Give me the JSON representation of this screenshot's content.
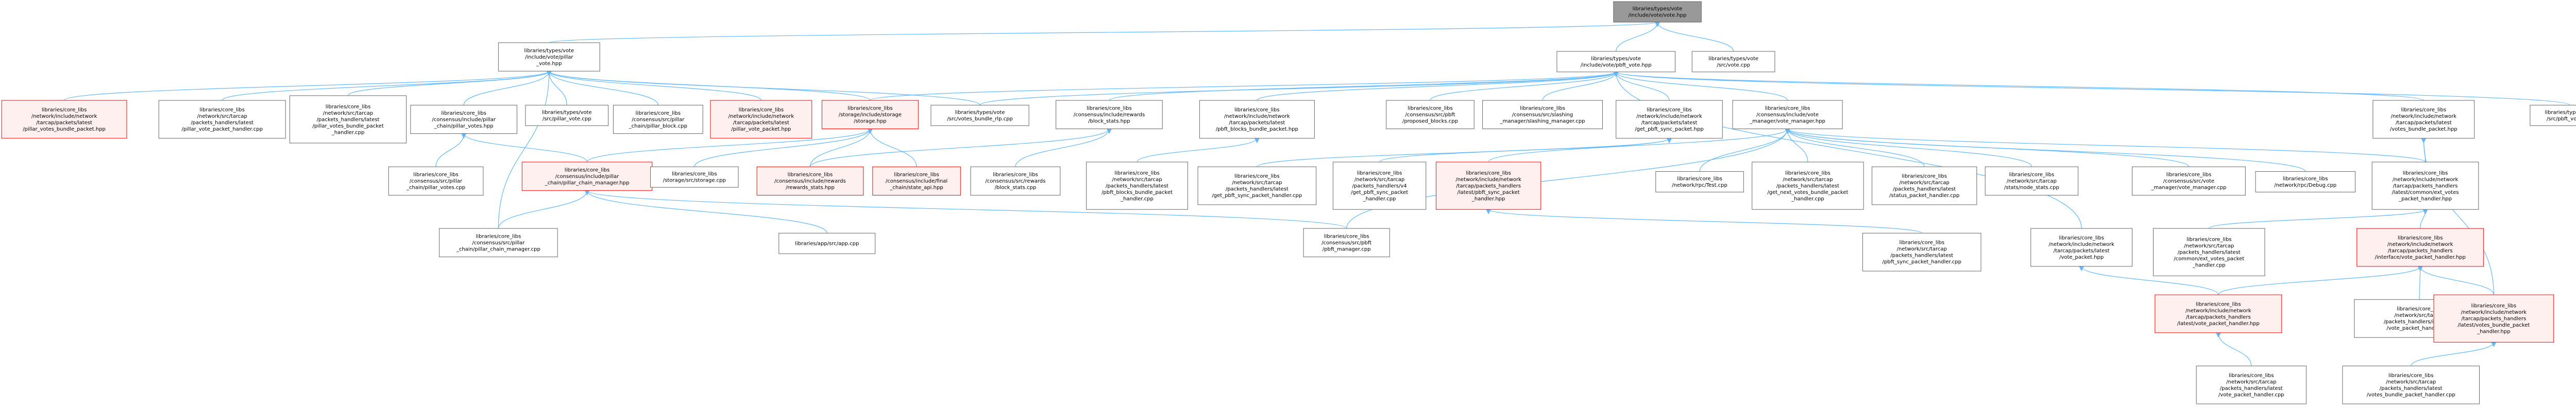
{
  "colors": {
    "edge": "#63b8ff",
    "edge_dark": "#404040",
    "normal_border": "#666666",
    "normal_fill": "#ffffff",
    "root_fill": "#999999",
    "root_border": "#666666",
    "red_border": "#ff0000",
    "red_fill": "#fff0f0"
  },
  "nodes": [
    {
      "id": "root",
      "lines": [
        "libraries/types/vote",
        "/include/vote/vote.hpp"
      ],
      "style": "root"
    },
    {
      "id": "pillar_vote_hpp",
      "lines": [
        "libraries/types/vote",
        "/include/vote/pillar",
        "_vote.hpp"
      ],
      "style": "normal"
    },
    {
      "id": "pbft_vote_hpp",
      "lines": [
        "libraries/types/vote",
        "/include/vote/pbft_vote.hpp"
      ],
      "style": "normal"
    },
    {
      "id": "vote_cpp",
      "lines": [
        "libraries/types/vote",
        "/src/vote.cpp"
      ],
      "style": "normal"
    },
    {
      "id": "pillar_votes_bundle_packet_hpp",
      "lines": [
        "libraries/core_libs",
        "/network/include/network",
        "/tarcap/packets/latest",
        "/pillar_votes_bundle_packet.hpp"
      ],
      "style": "red"
    },
    {
      "id": "pillar_vote_packet_handler_cpp",
      "lines": [
        "libraries/core_libs",
        "/network/src/tarcap",
        "/packets_handlers/latest",
        "/pillar_vote_packet_handler.cpp"
      ],
      "style": "normal"
    },
    {
      "id": "pillar_votes_bundle_packet_handler_cpp",
      "lines": [
        "libraries/core_libs",
        "/network/src/tarcap",
        "/packets_handlers/latest",
        "/pillar_votes_bundle_packet",
        "_handler.cpp"
      ],
      "style": "normal"
    },
    {
      "id": "pillar_votes_hpp",
      "lines": [
        "libraries/core_libs",
        "/consensus/include/pillar",
        "_chain/pillar_votes.hpp"
      ],
      "style": "normal"
    },
    {
      "id": "pillar_vote_cpp",
      "lines": [
        "libraries/types/vote",
        "/src/pillar_vote.cpp"
      ],
      "style": "normal"
    },
    {
      "id": "pillar_block_cpp",
      "lines": [
        "libraries/core_libs",
        "/consensus/src/pillar",
        "_chain/pillar_block.cpp"
      ],
      "style": "normal"
    },
    {
      "id": "pillar_vote_packet_hpp",
      "lines": [
        "libraries/core_libs",
        "/network/include/network",
        "/tarcap/packets/latest",
        "/pillar_vote_packet.hpp"
      ],
      "style": "red"
    },
    {
      "id": "storage_hpp",
      "lines": [
        "libraries/core_libs",
        "/storage/include/storage",
        "/storage.hpp"
      ],
      "style": "red"
    },
    {
      "id": "votes_bundle_rlp_cpp",
      "lines": [
        "libraries/types/vote",
        "/src/votes_bundle_rlp.cpp"
      ],
      "style": "normal"
    },
    {
      "id": "block_stats_hpp",
      "lines": [
        "libraries/core_libs",
        "/consensus/include/rewards",
        "/block_stats.hpp"
      ],
      "style": "normal"
    },
    {
      "id": "pbft_blocks_bundle_packet_hpp",
      "lines": [
        "libraries/core_libs",
        "/network/include/network",
        "/tarcap/packets/latest",
        "/pbft_blocks_bundle_packet.hpp"
      ],
      "style": "normal"
    },
    {
      "id": "proposed_blocks_cpp",
      "lines": [
        "libraries/core_libs",
        "/consensus/src/pbft",
        "/proposed_blocks.cpp"
      ],
      "style": "normal"
    },
    {
      "id": "slashing_manager_cpp",
      "lines": [
        "libraries/core_libs",
        "/consensus/src/slashing",
        "_manager/slashing_manager.cpp"
      ],
      "style": "normal"
    },
    {
      "id": "get_pbft_sync_packet_hpp",
      "lines": [
        "libraries/core_libs",
        "/network/include/network",
        "/tarcap/packets/latest",
        "/get_pbft_sync_packet.hpp"
      ],
      "style": "normal"
    },
    {
      "id": "vote_manager_hpp",
      "lines": [
        "libraries/core_libs",
        "/consensus/include/vote",
        "_manager/vote_manager.hpp"
      ],
      "style": "normal"
    },
    {
      "id": "votes_bundle_packet_hpp",
      "lines": [
        "libraries/core_libs",
        "/network/include/network",
        "/tarcap/packets/latest",
        "/votes_bundle_packet.hpp"
      ],
      "style": "normal"
    },
    {
      "id": "pbft_vote_cpp",
      "lines": [
        "libraries/types/vote",
        "/src/pbft_vote.cpp"
      ],
      "style": "normal"
    },
    {
      "id": "pillar_votes_cpp",
      "lines": [
        "libraries/core_libs",
        "/consensus/src/pillar",
        "_chain/pillar_votes.cpp"
      ],
      "style": "normal"
    },
    {
      "id": "pillar_chain_manager_hpp",
      "lines": [
        "libraries/core_libs",
        "/consensus/include/pillar",
        "_chain/pillar_chain_manager.hpp"
      ],
      "style": "red"
    },
    {
      "id": "storage_cpp",
      "lines": [
        "libraries/core_libs",
        "/storage/src/storage.cpp"
      ],
      "style": "normal"
    },
    {
      "id": "rewards_stats_hpp",
      "lines": [
        "libraries/core_libs",
        "/consensus/include/rewards",
        "/rewards_stats.hpp"
      ],
      "style": "red"
    },
    {
      "id": "state_api_hpp",
      "lines": [
        "libraries/core_libs",
        "/consensus/include/final",
        "_chain/state_api.hpp"
      ],
      "style": "red"
    },
    {
      "id": "block_stats_cpp",
      "lines": [
        "libraries/core_libs",
        "/consensus/src/rewards",
        "/block_stats.cpp"
      ],
      "style": "normal"
    },
    {
      "id": "pbft_blocks_bundle_packet_handler_cpp",
      "lines": [
        "libraries/core_libs",
        "/network/src/tarcap",
        "/packets_handlers/latest",
        "/pbft_blocks_bundle_packet",
        "_handler.cpp"
      ],
      "style": "normal"
    },
    {
      "id": "get_pbft_sync_packet_handler_cpp",
      "lines": [
        "libraries/core_libs",
        "/network/src/tarcap",
        "/packets_handlers/latest",
        "/get_pbft_sync_packet_handler.cpp"
      ],
      "style": "normal"
    },
    {
      "id": "v4_get_pbft_sync_packet_handler_cpp",
      "lines": [
        "libraries/core_libs",
        "/network/src/tarcap",
        "/packets_handlers/v4",
        "/get_pbft_sync_packet",
        "_handler.cpp"
      ],
      "style": "normal"
    },
    {
      "id": "pbft_sync_packet_handler_hpp",
      "lines": [
        "libraries/core_libs",
        "/network/include/network",
        "/tarcap/packets_handlers",
        "/latest/pbft_sync_packet",
        "_handler.hpp"
      ],
      "style": "red"
    },
    {
      "id": "test_cpp",
      "lines": [
        "libraries/core_libs",
        "/network/rpc/Test.cpp"
      ],
      "style": "normal"
    },
    {
      "id": "get_next_votes_bundle_packet_handler_cpp",
      "lines": [
        "libraries/core_libs",
        "/network/src/tarcap",
        "/packets_handlers/latest",
        "/get_next_votes_bundle_packet",
        "_handler.cpp"
      ],
      "style": "normal"
    },
    {
      "id": "status_packet_handler_cpp",
      "lines": [
        "libraries/core_libs",
        "/network/src/tarcap",
        "/packets_handlers/latest",
        "/status_packet_handler.cpp"
      ],
      "style": "normal"
    },
    {
      "id": "node_stats_cpp",
      "lines": [
        "libraries/core_libs",
        "/network/src/tarcap",
        "/stats/node_stats.cpp"
      ],
      "style": "normal"
    },
    {
      "id": "vote_manager_cpp",
      "lines": [
        "libraries/core_libs",
        "/consensus/src/vote",
        "_manager/vote_manager.cpp"
      ],
      "style": "normal"
    },
    {
      "id": "debug_cpp",
      "lines": [
        "libraries/core_libs",
        "/network/rpc/Debug.cpp"
      ],
      "style": "normal"
    },
    {
      "id": "votes_bundle_packet_handler_hpp",
      "lines": [
        "libraries/core_libs",
        "/network/include/network",
        "/tarcap/packets_handlers",
        "/latest/common/ext_votes",
        "_packet_handler.hpp"
      ],
      "style": "normal"
    },
    {
      "id": "vote_cpp_src",
      "lines": [
        "libraries/types/vote",
        "/src/pbft_vote.cpp"
      ],
      "style": "hidden"
    },
    {
      "id": "pillar_chain_manager_cpp",
      "lines": [
        "libraries/core_libs",
        "/consensus/src/pillar",
        "_chain/pillar_chain_manager.cpp"
      ],
      "style": "normal"
    },
    {
      "id": "app_cpp",
      "lines": [
        "libraries/app/src/app.cpp"
      ],
      "style": "normal"
    },
    {
      "id": "pbft_manager_cpp",
      "lines": [
        "libraries/core_libs",
        "/consensus/src/pbft",
        "/pbft_manager.cpp"
      ],
      "style": "normal"
    },
    {
      "id": "pbft_sync_packet_handler_cpp",
      "lines": [
        "libraries/core_libs",
        "/network/src/tarcap",
        "/packets_handlers/latest",
        "/pbft_sync_packet_handler.cpp"
      ],
      "style": "normal"
    },
    {
      "id": "vote_packet_hpp",
      "lines": [
        "libraries/core_libs",
        "/network/include/network",
        "/tarcap/packets/latest",
        "/vote_packet.hpp"
      ],
      "style": "normal"
    },
    {
      "id": "ext_votes_packet_handler_cpp",
      "lines": [
        "libraries/core_libs",
        "/network/src/tarcap",
        "/packets_handlers/latest",
        "/common/ext_votes_packet",
        "_handler.cpp"
      ],
      "style": "normal"
    },
    {
      "id": "vote_packet_handler_hpp_iface",
      "lines": [
        "libraries/core_libs",
        "/network/include/network",
        "/tarcap/packets_handlers",
        "/interface/vote_packet_handler.hpp"
      ],
      "style": "red"
    },
    {
      "id": "vote_packet_handler_hpp",
      "lines": [
        "libraries/core_libs",
        "/network/include/network",
        "/tarcap/packets_handlers",
        "/latest/vote_packet_handler.hpp"
      ],
      "style": "red"
    },
    {
      "id": "iface_vote_packet_handler_cpp",
      "lines": [
        "libraries/core_libs",
        "/network/src/tarcap",
        "/packets_handlers/interface",
        "/vote_packet_handler.cpp"
      ],
      "style": "normal"
    },
    {
      "id": "votes_bundle_packet_handler_hpp2",
      "lines": [
        "libraries/core_libs",
        "/network/include/network",
        "/tarcap/packets_handlers",
        "/latest/votes_bundle_packet",
        "_handler.hpp"
      ],
      "style": "red"
    },
    {
      "id": "vote_packet_handler_cpp",
      "lines": [
        "libraries/core_libs",
        "/network/src/tarcap",
        "/packets_handlers/latest",
        "/vote_packet_handler.cpp"
      ],
      "style": "normal"
    },
    {
      "id": "votes_bundle_packet_handler_cpp",
      "lines": [
        "libraries/core_libs",
        "/network/src/tarcap",
        "/packets_handlers/latest",
        "/votes_bundle_packet_handler.cpp"
      ],
      "style": "normal"
    }
  ]
}
